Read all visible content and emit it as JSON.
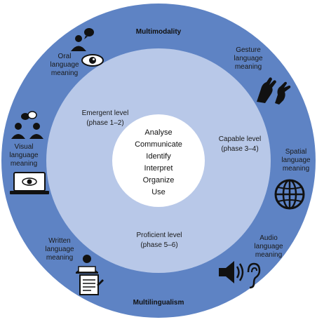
{
  "outer_ring": {
    "top_title": "Multimodality",
    "bottom_title": "Multilingualism",
    "outer_color": "#5e83c4",
    "inner_color": "#b8c8e8",
    "center_color": "#ffffff"
  },
  "modes": {
    "oral": "Oral\nlanguage\nmeaning",
    "gesture": "Gesture\nlanguage\nmeaning",
    "visual": "Visual\nlanguage\nmeaning",
    "spatial": "Spatial\nlanguage\nmeaning",
    "written": "Written\nlanguage\nmeaning",
    "audio": "Audio\nlanguage\nmeaning"
  },
  "levels": {
    "emergent": {
      "name": "Emergent level",
      "phase": "(phase 1–2)"
    },
    "capable": {
      "name": "Capable level",
      "phase": "(phase 3–4)"
    },
    "proficient": {
      "name": "Proficient level",
      "phase": "(phase 5–6)"
    }
  },
  "center_items": [
    "Analyse",
    "Communicate",
    "Identify",
    "Interpret",
    "Organize",
    "Use"
  ],
  "icons": {
    "oral": "speaking-person-eye-icon",
    "gesture": "sign-language-hands-icon",
    "visual": "people-laptop-eye-icon",
    "spatial": "globe-icon",
    "written": "reader-document-icon",
    "audio": "speaker-ear-icon"
  }
}
